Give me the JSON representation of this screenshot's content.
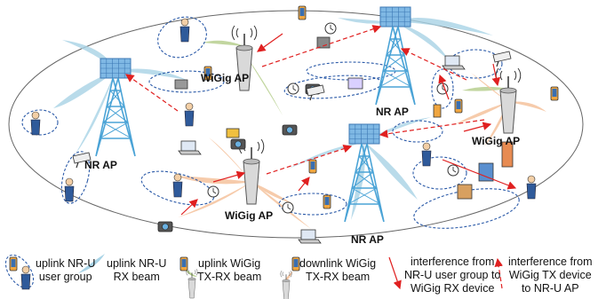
{
  "labels": {
    "nr_ap": "NR AP",
    "wigig_ap": "WiGig AP"
  },
  "legend": {
    "uplink_nru_group": [
      "uplink NR-U",
      "user group"
    ],
    "uplink_nru_beam": [
      "uplink NR-U",
      "RX beam"
    ],
    "uplink_wigig_beam": [
      "uplink WiGig",
      "TX-RX beam"
    ],
    "downlink_wigig_beam": [
      "downlink WiGig",
      "TX-RX beam"
    ],
    "interference_nru_to_wigig": [
      "interference from",
      "NR-U user group to",
      "WiGig RX device"
    ],
    "interference_wigig_to_nru": [
      "interference from",
      "WiGig TX device",
      "to NR-U AP"
    ]
  },
  "colors": {
    "nr_beam": "#a8d3e6",
    "wigig_uplink_beam": "#b7cf8f",
    "wigig_downlink_beam": "#f6c6a2",
    "interference": "#e02020",
    "group_outline": "#2b5aa8",
    "tower": "#4aa3d6"
  }
}
